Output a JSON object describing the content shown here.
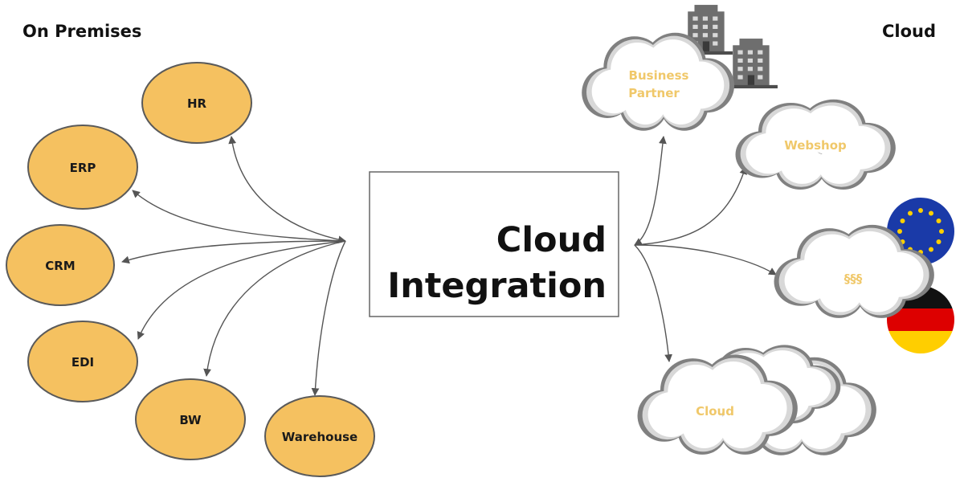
{
  "sections": {
    "on_premises": "On Premises",
    "cloud": "Cloud"
  },
  "hub": {
    "line1": "Cloud",
    "line2": "Integration"
  },
  "on_premises_systems": [
    {
      "id": "hr",
      "label": "HR"
    },
    {
      "id": "erp",
      "label": "ERP"
    },
    {
      "id": "crm",
      "label": "CRM"
    },
    {
      "id": "edi",
      "label": "EDI"
    },
    {
      "id": "bw",
      "label": "BW"
    },
    {
      "id": "warehouse",
      "label": "Warehouse"
    }
  ],
  "cloud_systems": [
    {
      "id": "business-partner",
      "label_line1": "Business",
      "label_line2": "Partner"
    },
    {
      "id": "webshop",
      "label": "Webshop"
    },
    {
      "id": "legal",
      "label": "§§§"
    },
    {
      "id": "cloud",
      "label": "Cloud"
    }
  ],
  "icons": [
    "office-buildings-icon",
    "eu-flag-icon",
    "germany-flag-icon"
  ],
  "colors": {
    "node_fill": "#f5c160",
    "cloud_label": "#f0c86a",
    "eu_blue": "#1a3aa8",
    "eu_star": "#ffd000",
    "de_black": "#111111",
    "de_red": "#dd0000",
    "de_gold": "#ffce00"
  }
}
